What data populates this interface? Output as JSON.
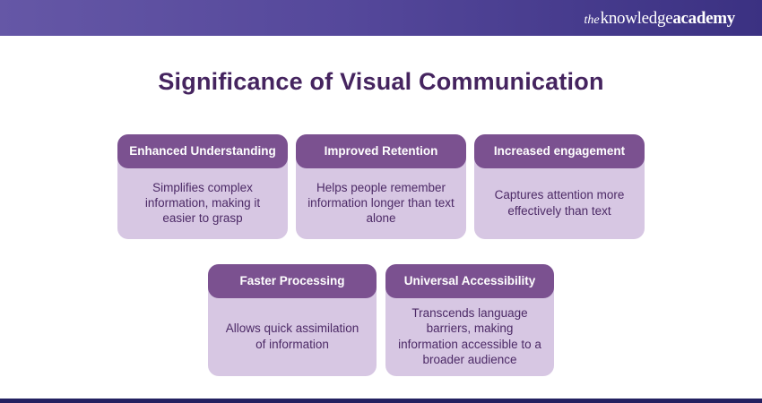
{
  "topbar": {
    "logo": {
      "the": "the",
      "knowledge": "knowledge",
      "academy": "academy"
    },
    "gradient_left": "#6557a6",
    "gradient_right": "#3b3182"
  },
  "title": "Significance of Visual Communication",
  "cards": [
    {
      "title": "Enhanced Understanding",
      "body": "Simplifies complex information, making it easier to grasp"
    },
    {
      "title": "Improved Retention",
      "body": "Helps people remember information longer than text alone"
    },
    {
      "title": "Increased engagement",
      "body": "Captures attention more effectively than text"
    },
    {
      "title": "Faster Processing",
      "body": "Allows quick assimilation of information"
    },
    {
      "title": "Universal Accessibility",
      "body": "Transcends language barriers, making information accessible to a broader audience"
    }
  ],
  "colors": {
    "card_header": "#7b5190",
    "card_body_bg": "#d7c7e3",
    "title_color": "#45245f",
    "body_text_color": "#4c2a66",
    "footer_bar": "#232161"
  }
}
